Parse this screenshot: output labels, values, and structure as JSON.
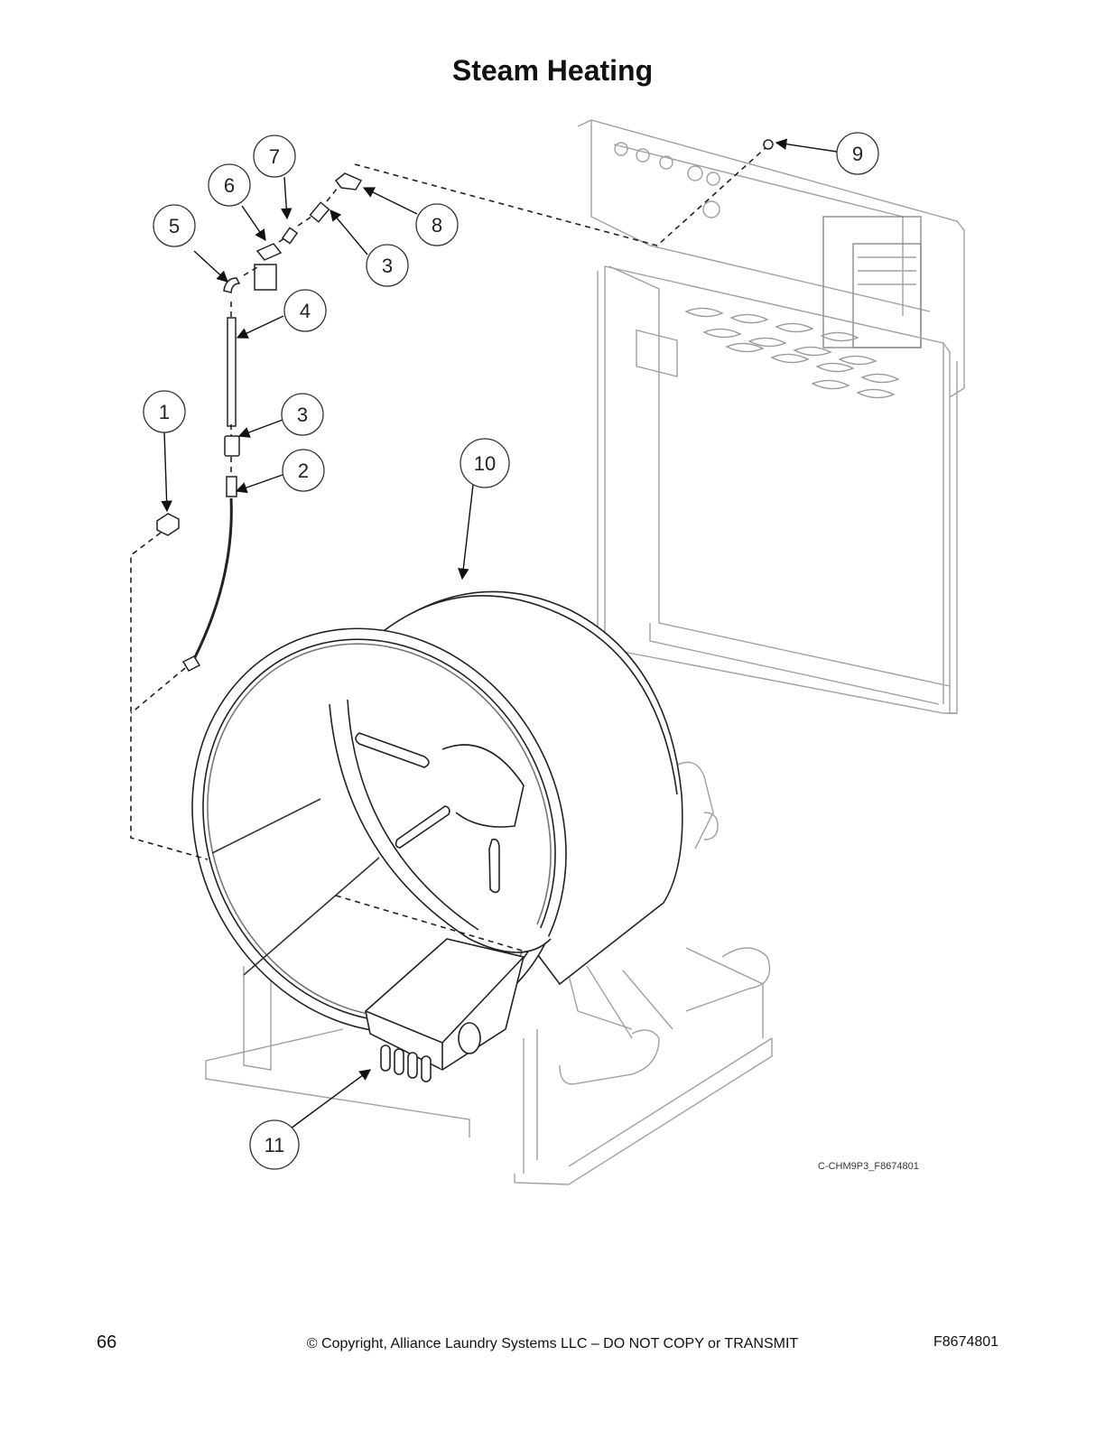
{
  "page": {
    "title": "Steam Heating",
    "page_number": "66",
    "copyright": "© Copyright, Alliance Laundry Systems LLC – DO NOT COPY or TRANSMIT",
    "doc_code": "F8674801",
    "drawing_ref": "C-CHM9P3_F8674801"
  },
  "callouts": [
    "1",
    "2",
    "3",
    "3",
    "4",
    "5",
    "6",
    "7",
    "8",
    "9",
    "10",
    "11"
  ],
  "colors": {
    "line": "#222222",
    "faint": "#9a9a9a",
    "fill": "#ffffff"
  }
}
